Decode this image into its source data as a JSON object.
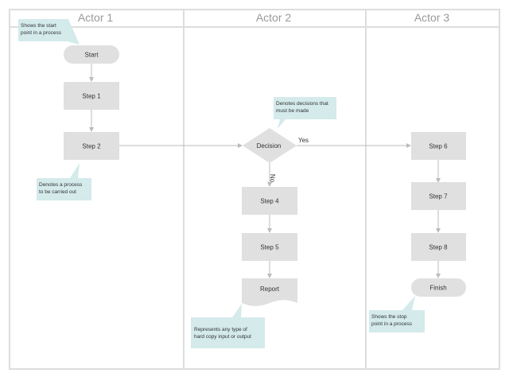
{
  "lanes": [
    {
      "title": "Actor 1"
    },
    {
      "title": "Actor 2"
    },
    {
      "title": "Actor 3"
    }
  ],
  "nodes": {
    "start": "Start",
    "step1": "Step 1",
    "step2": "Step 2",
    "decision": "Decision",
    "step4": "Step 4",
    "step5": "Step 5",
    "report": "Report",
    "step6": "Step 6",
    "step7": "Step 7",
    "step8": "Step 8",
    "finish": "Finish"
  },
  "edges": {
    "yes_label": "Yes",
    "no_label": "No"
  },
  "notes": {
    "start_note": [
      "Shows the start",
      "point in a process"
    ],
    "process_note": [
      "Denotes a process",
      "to be carried out"
    ],
    "decision_note": [
      "Denotes decisions that",
      "must be made"
    ],
    "report_note": [
      "Represents any type of",
      "hard copy input or output"
    ],
    "finish_note": [
      "Shows the stop",
      "point in a process"
    ]
  },
  "colors": {
    "node_fill": "#e0e0e0",
    "note_fill": "#d4eaeb",
    "connector": "#bbbbbb",
    "lane_border": "#dddddd"
  }
}
